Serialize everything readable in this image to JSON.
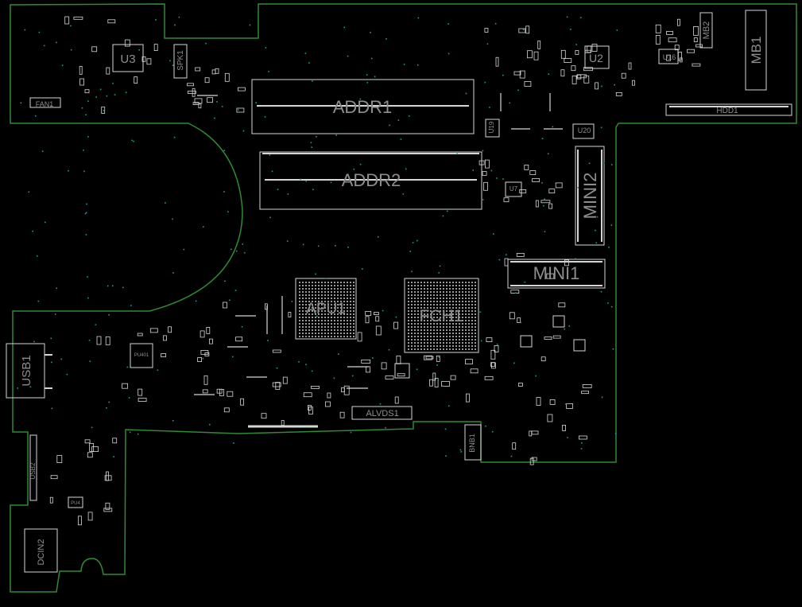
{
  "colors": {
    "background": "#000000",
    "outline": "#2f8a34",
    "silkscreen": "#d6d6d6",
    "label": "#8e8e8e",
    "via": "#1f9a93"
  },
  "components": {
    "addr1": "ADDR1",
    "addr2": "ADDR2",
    "mini1": "MINI1",
    "mini2": "MINI2",
    "apu1": "APU1",
    "fch1": "FCH1",
    "u3": "U3",
    "u2": "U2",
    "u16": "U16",
    "u19": "U19",
    "u20": "U20",
    "u7": "U7",
    "mb1": "MB1",
    "mb2": "MB2",
    "spk1": "SPK1",
    "fan1": "FAN1",
    "hdd1": "HDD1",
    "usb1": "USB1",
    "usb2": "USB2",
    "dcin2": "DCIN2",
    "alvds1": "ALVDS1",
    "bnb1": "BNB1",
    "pu401": "PU401",
    "pu4": "PU4"
  }
}
